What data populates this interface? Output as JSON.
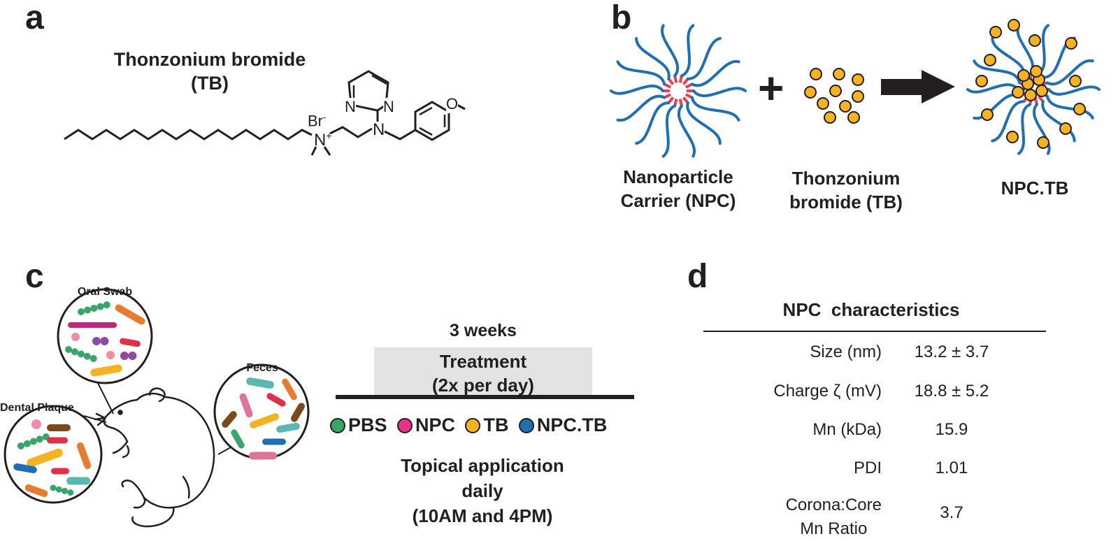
{
  "panels": {
    "a": "a",
    "b": "b",
    "c": "c",
    "d": "d"
  },
  "panel_a": {
    "title_line1": "Thonzonium bromide",
    "title_line2": "(TB)",
    "atoms": {
      "br": "Br",
      "br_charge": "-",
      "n_plus": "N",
      "plus": "+",
      "n_amine": "N",
      "n_pyr1": "N",
      "n_pyr2": "N",
      "o": "O"
    }
  },
  "panel_b": {
    "npc_label_line1": "Nanoparticle",
    "npc_label_line2": "Carrier (NPC)",
    "tb_label_line1": "Thonzonium",
    "tb_label_line2": "bromide (TB)",
    "product_label": "NPC.TB",
    "plus_sign": "+",
    "colors": {
      "corona": "#1f6fb2",
      "core": "#ee3e4f",
      "drug": "#f5b323"
    }
  },
  "panel_c": {
    "oral_swab": "Oral Swab",
    "feces": "Feces",
    "dental_plaque": "Dental Plaque",
    "duration": "3 weeks",
    "treatment_line1": "Treatment",
    "treatment_line2": "(2x per day)",
    "groups": [
      {
        "label": "PBS",
        "color": "#3aa56b"
      },
      {
        "label": "NPC",
        "color": "#e8318a"
      },
      {
        "label": "TB",
        "color": "#f5b323"
      },
      {
        "label": "NPC.TB",
        "color": "#1f6fb2"
      }
    ],
    "application_line1": "Topical application",
    "application_line2": "daily",
    "application_line3": "(10AM and 4PM)"
  },
  "panel_d": {
    "title": "NPC  characteristics",
    "rows": [
      {
        "label": "Size (nm)",
        "value": "13.2 ± 3.7"
      },
      {
        "label": "Charge ζ (mV)",
        "value": "18.8 ± 5.2"
      },
      {
        "label": "Mn (kDa)",
        "value": "15.9"
      },
      {
        "label": "PDI",
        "value": "1.01"
      },
      {
        "label": "Corona:Core",
        "label2": "Mn Ratio",
        "value": "3.7"
      }
    ]
  }
}
